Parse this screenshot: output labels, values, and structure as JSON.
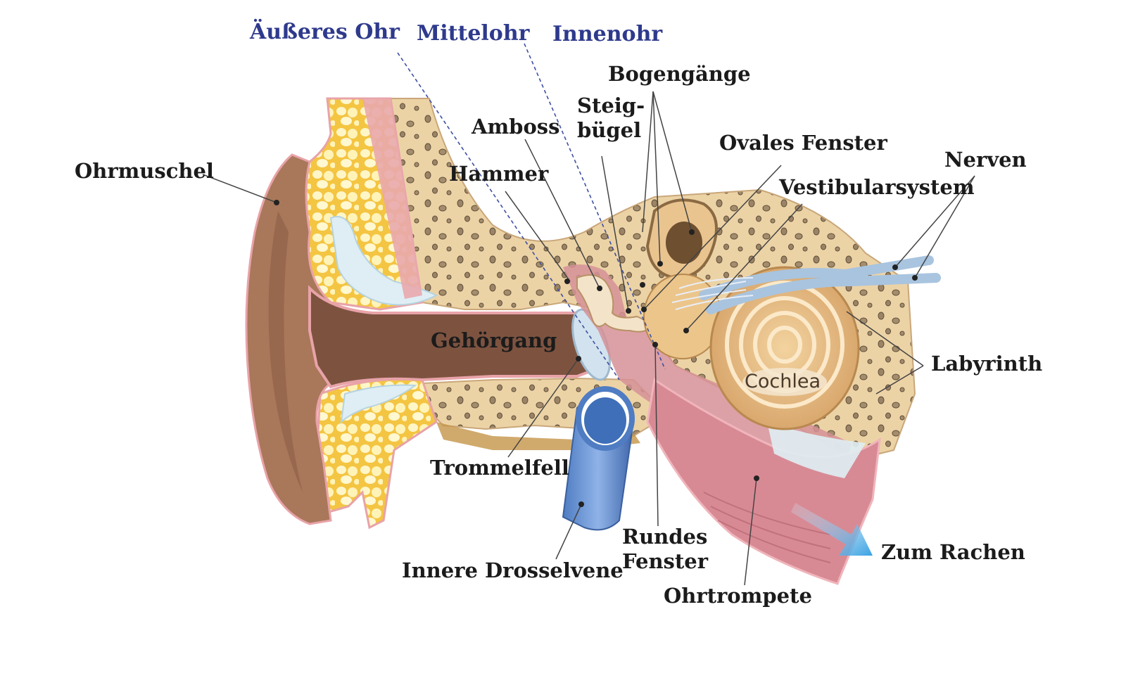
{
  "sections": {
    "outer": "Äußeres Ohr",
    "middle": "Mittelohr",
    "inner": "Innenohr"
  },
  "labels": {
    "ohrmuschel": "Ohrmuschel",
    "amboss": "Amboss",
    "hammer": "Hammer",
    "steig_1": "Steig-",
    "steig_2": "bügel",
    "bogengaenge": "Bogengänge",
    "ovales_fenster": "Ovales Fenster",
    "nerven": "Nerven",
    "vestibularsystem": "Vestibularsystem",
    "gehoergang": "Gehörgang",
    "labyrinth": "Labyrinth",
    "cochlea": "Cochlea",
    "trommelfell": "Trommelfell",
    "rundes_1": "Rundes",
    "rundes_2": "Fenster",
    "zum_rachen": "Zum Rachen",
    "innere_drosselvene": "Innere Drosselvene",
    "ohrtrompete": "Ohrtrompete"
  },
  "colors": {
    "section_label": "#2e3a8c",
    "label": "#1b1b1b",
    "skin": "#a9775a",
    "canal": "#7d5340",
    "fat": "#f4d35e",
    "bone": "#e9cfa3",
    "pink": "#e8a3a8",
    "vein": "#6b95d4",
    "arrow": "#57b1e6"
  }
}
